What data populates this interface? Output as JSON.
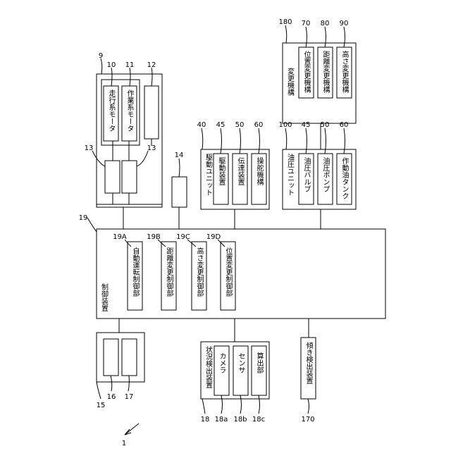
{
  "refs": {
    "r1": "1",
    "r9": "9",
    "r10": "10",
    "r11": "11",
    "r12": "12",
    "r13a": "13",
    "r13b": "13",
    "r14": "14",
    "r15": "15",
    "r16": "16",
    "r17": "17",
    "r18": "18",
    "r18a": "18a",
    "r18b": "18b",
    "r18c": "18c",
    "r19": "19",
    "r19a": "19A",
    "r19b": "19B",
    "r19c": "19C",
    "r19d": "19D",
    "r40": "40",
    "r45a": "45",
    "r50a": "50",
    "r60a": "60",
    "r100": "100",
    "r45b": "45",
    "r50b": "50",
    "r60b": "60",
    "r170": "170",
    "r180": "180",
    "r70": "70",
    "r80": "80",
    "r90": "90"
  },
  "labels": {
    "travel_motor": "走行系モータ",
    "work_motor": "作業系モータ",
    "control_device": "制御装置",
    "auto_drive_ctrl": "自動運転制御部",
    "distance_change_ctrl": "距離変更制御部",
    "height_change_ctrl": "高さ変更制御部",
    "position_change_ctrl": "位置変更制御部",
    "drive_unit": "駆動ユニット",
    "drive_device": "駆動装置",
    "transmission": "伝達装置",
    "steering": "操舵機構",
    "hydraulic_unit": "油圧ユニット",
    "hydraulic_valve": "油圧バルブ",
    "hydraulic_pump": "油圧ポンプ",
    "hydraulic_tank": "作動油タンク",
    "change_mechanism": "変更機構",
    "position_change_mech": "位置変更機構",
    "distance_change_mech": "距離変更機構",
    "height_change_mech": "高さ変更機構",
    "situation_detector": "状況検出装置",
    "camera": "カメラ",
    "sensor": "センサ",
    "calc_unit": "算出部",
    "tilt_detector": "傾き検出装置"
  }
}
